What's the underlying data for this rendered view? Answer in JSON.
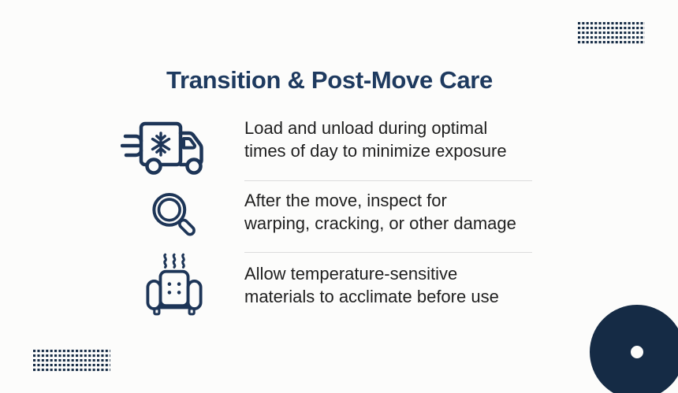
{
  "card": {
    "title": "Transition & Post-Move Care"
  },
  "items": [
    {
      "icon": "refrigerated-truck-icon",
      "text": "Load and unload during optimal\ntimes of day to minimize exposure"
    },
    {
      "icon": "magnifying-glass-icon",
      "text": "After the move, inspect for\nwarping, cracking, or other damage"
    },
    {
      "icon": "armchair-steam-icon",
      "text": "Allow temperature-sensitive\nmaterials to acclimate before use"
    }
  ],
  "decorations": {
    "top_left": "quarter-ring",
    "bottom_right": "quarter-ring",
    "top_right": "dot-grid",
    "bottom_left": "dot-grid"
  },
  "colors": {
    "shape_navy": "#152B45",
    "accent_navy": "#1E3A5F",
    "icon_navy": "#1D3557",
    "body_text": "#1F1F1F",
    "divider": "#DCDCDC",
    "background": "#FCFCFB"
  }
}
